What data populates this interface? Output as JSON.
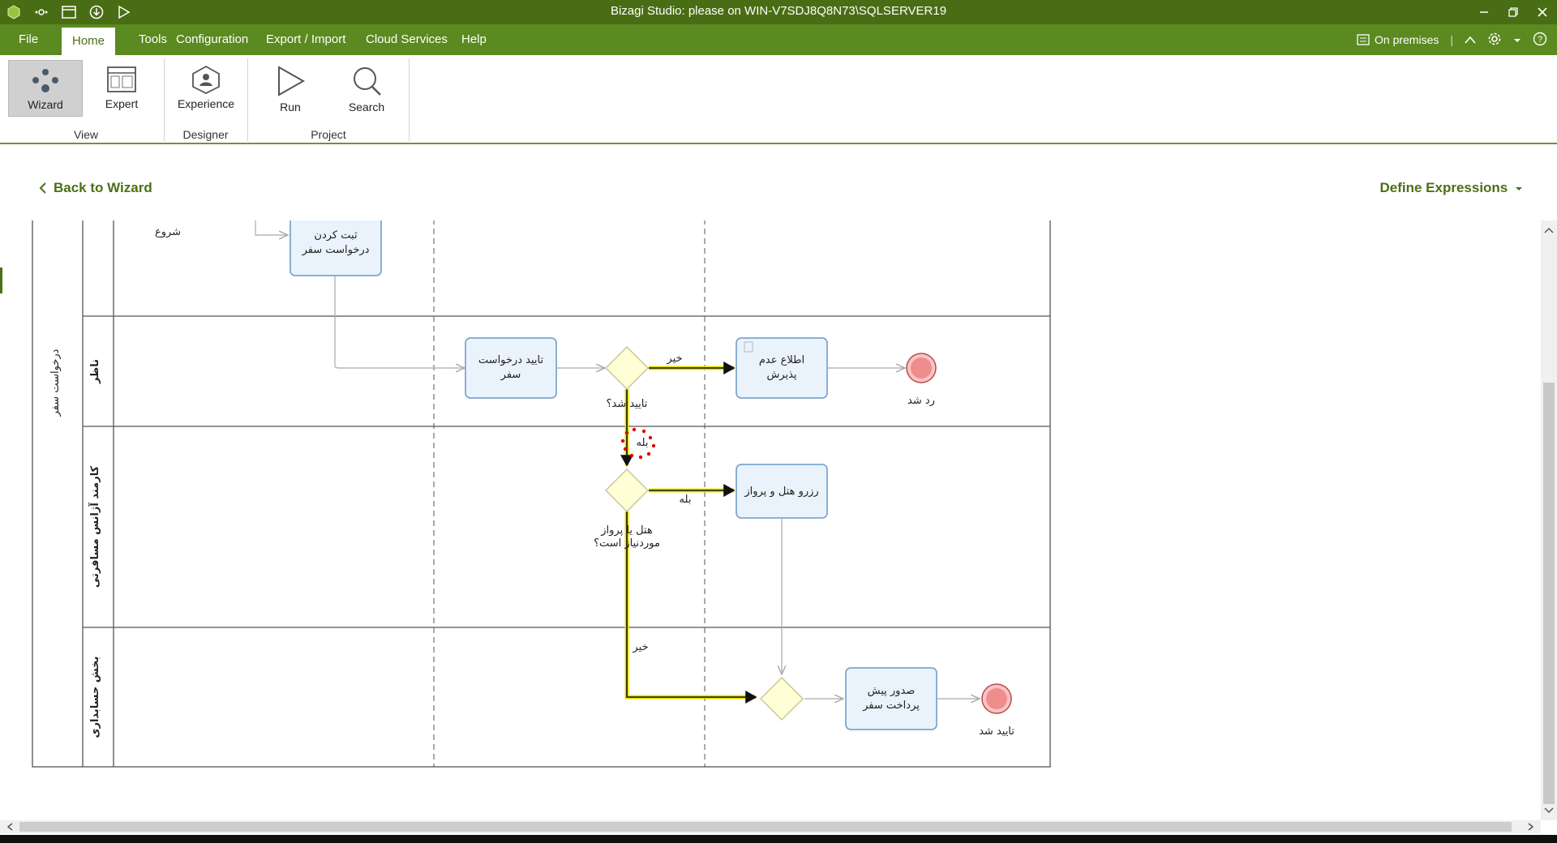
{
  "window": {
    "title": "Bizagi Studio: please  on WIN-V7SDJ8Q8N73\\SQLSERVER19"
  },
  "menu": {
    "items": [
      "File",
      "Home",
      "Tools",
      "Configuration",
      "Export / Import",
      "Cloud Services",
      "Help"
    ],
    "active": "Home",
    "environment": "On premises"
  },
  "ribbon": {
    "buttons": {
      "wizard": "Wizard",
      "expert": "Expert",
      "experience": "Experience",
      "run": "Run",
      "search": "Search"
    },
    "groups": {
      "view": "View",
      "designer": "Designer",
      "project": "Project"
    }
  },
  "nav": {
    "back": "Back to Wizard",
    "define_expressions": "Define Expressions"
  },
  "diagram": {
    "pool": "درخواست سفر",
    "lanes": [
      "ناظر",
      "کارمند آژانس مسافرتی",
      "بخش حسابداری"
    ],
    "start_label": "شروع",
    "tasks": {
      "register": [
        "ثبت کردن",
        "درخواست سفر"
      ],
      "approve": [
        "تایید درخواست",
        "سفر"
      ],
      "notify_reject": [
        "اطلاع عدم",
        "پذیرش"
      ],
      "reserve": "رزرو هتل و پرواز",
      "prepay": [
        "صدور پیش",
        "پرداخت سفر"
      ]
    },
    "gateways": {
      "approved": "تایید شد؟",
      "hotel_needed": [
        "هتل یا پرواز",
        "موردنیاز است؟"
      ]
    },
    "flows": {
      "no1": "خیر",
      "yes1": "بله",
      "yes2": "بله",
      "no2": "خیر"
    },
    "ends": {
      "rejected": "رد شد",
      "approved": "تایید شد"
    }
  },
  "colors": {
    "titlebar": "#496d14",
    "menubar": "#5a8a20",
    "accent": "#4a7015",
    "task_fill": "#eaf3fb",
    "task_stroke": "#7fa7cf",
    "gateway_fill": "#ffffd5",
    "end_fill": "#f08a8a",
    "highlight": "#e6e000"
  }
}
